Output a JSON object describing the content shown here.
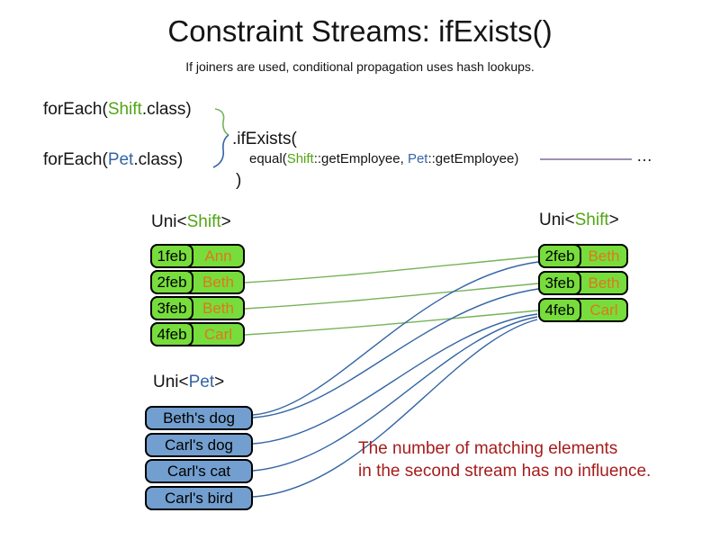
{
  "slide": {
    "title": "Constraint Streams: ifExists()",
    "subtitle": "If joiners are used, conditional propagation uses hash lookups."
  },
  "code": {
    "foreach_shift": {
      "pre": "forEach(",
      "cls": "Shift",
      "post": ".class)"
    },
    "foreach_pet": {
      "pre": "forEach(",
      "cls": "Pet",
      "post": ".class)"
    },
    "if_exists": ".ifExists(",
    "equal": {
      "pre": "equal(",
      "shift": "Shift",
      "mid": "::getEmployee, ",
      "pet": "Pet",
      "post": "::getEmployee)"
    },
    "close_paren": ")",
    "ellipsis": "…"
  },
  "left_table": {
    "label": {
      "pre": "Uni<",
      "type": "Shift",
      "post": ">"
    },
    "rows": [
      {
        "date": "1feb",
        "name": "Ann"
      },
      {
        "date": "2feb",
        "name": "Beth"
      },
      {
        "date": "3feb",
        "name": "Beth"
      },
      {
        "date": "4feb",
        "name": "Carl"
      }
    ]
  },
  "right_table": {
    "label": {
      "pre": "Uni<",
      "type": "Shift",
      "post": ">"
    },
    "rows": [
      {
        "date": "2feb",
        "name": "Beth"
      },
      {
        "date": "3feb",
        "name": "Beth"
      },
      {
        "date": "4feb",
        "name": "Carl"
      }
    ]
  },
  "pet_list": {
    "label": {
      "pre": "Uni<",
      "type": "Pet",
      "post": ">"
    },
    "items": [
      "Beth's dog",
      "Carl's dog",
      "Carl's cat",
      "Carl's bird"
    ]
  },
  "note": {
    "line1": "The number of matching elements",
    "line2": "in the second stream has no influence."
  },
  "colors": {
    "shift_green_text": "#52A515",
    "pet_blue_text": "#3465A4",
    "name_orange": "#E0771B",
    "box_green": "#77DD3C",
    "box_blue": "#729FCF",
    "line_green": "#76B359",
    "line_blue": "#3465A4",
    "joiner_line_purple": "#7E6B9C",
    "note_red": "#A61C1C"
  }
}
